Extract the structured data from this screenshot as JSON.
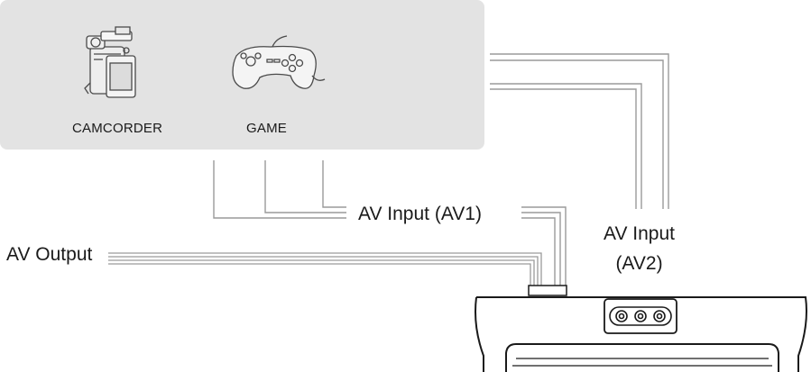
{
  "devices": {
    "camcorder_label": "CAMCORDER",
    "game_label": "GAME"
  },
  "connections": {
    "av_input_1": "AV Input (AV1)",
    "av_output": "AV Output",
    "av_input_2_line1": "AV Input",
    "av_input_2_line2": "(AV2)"
  },
  "icons": [
    "camcorder-icon",
    "game-controller-icon",
    "tv-monitor-icon",
    "av-jacks-icon"
  ],
  "colors": {
    "panel": "#e3e3e3",
    "wire": "#9a9a9a",
    "outline": "#1a1a1a"
  }
}
